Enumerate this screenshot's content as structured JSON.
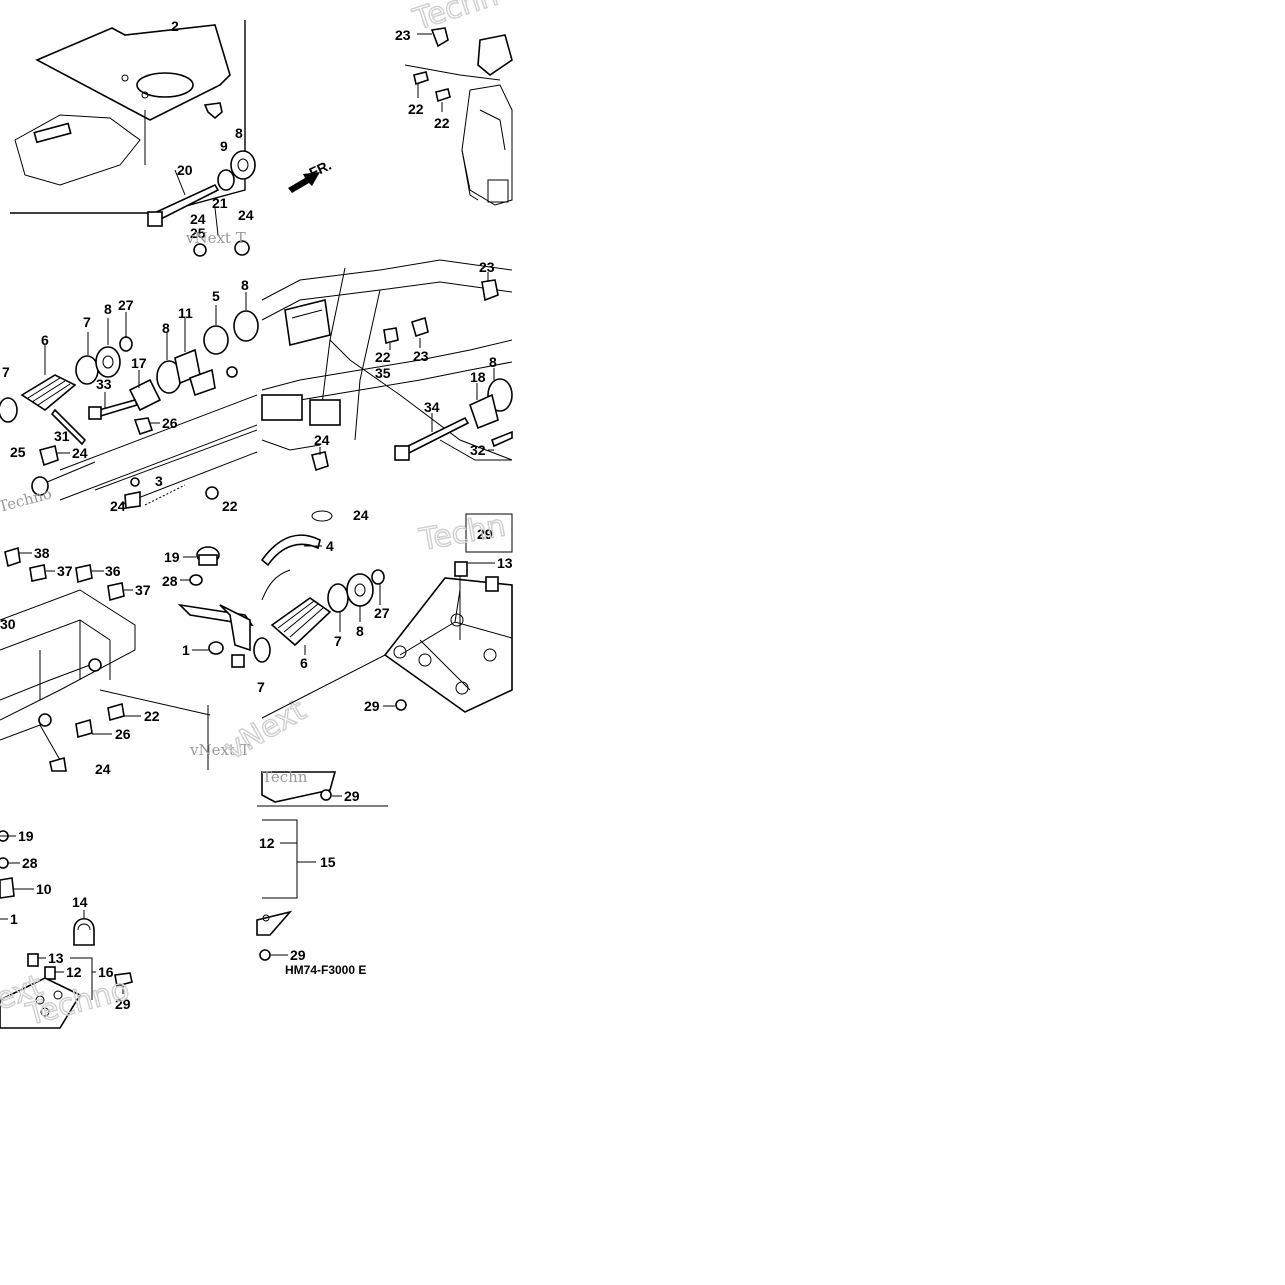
{
  "diagram": {
    "code": "HM74-F3000 E",
    "front_indicator": "FR.",
    "watermarks": [
      "Techn",
      "vNext T",
      "vNext",
      "Techno",
      "Techn",
      "Techn",
      "vNext T",
      "ext",
      "Techno"
    ],
    "tiles": [
      {
        "name": "tile-top-left",
        "labels": [
          "2",
          "9",
          "8",
          "20",
          "24",
          "21",
          "24",
          "25"
        ]
      },
      {
        "name": "tile-top-right",
        "labels": [
          "23",
          "22",
          "22"
        ]
      },
      {
        "name": "tile-mid-left",
        "labels": [
          "6",
          "7",
          "8",
          "27",
          "8",
          "11",
          "5",
          "8",
          "7",
          "17",
          "33",
          "26",
          "31",
          "25",
          "24",
          "3",
          "24",
          "22"
        ]
      },
      {
        "name": "tile-mid-right",
        "labels": [
          "23",
          "22",
          "23",
          "35",
          "8",
          "18",
          "34",
          "24",
          "32"
        ]
      },
      {
        "name": "tile-lower-left",
        "labels": [
          "38",
          "37",
          "36",
          "37",
          "30",
          "19",
          "28",
          "1",
          "22",
          "26",
          "24"
        ]
      },
      {
        "name": "tile-lower-right",
        "labels": [
          "24",
          "4",
          "27",
          "8",
          "7",
          "6",
          "7",
          "29",
          "13",
          "29"
        ]
      },
      {
        "name": "tile-bottom-left",
        "labels": [
          "19",
          "28",
          "10",
          "1",
          "14",
          "13",
          "12",
          "16",
          "29"
        ]
      },
      {
        "name": "tile-bottom-right",
        "labels": [
          "29",
          "12",
          "15",
          "29"
        ]
      }
    ]
  }
}
